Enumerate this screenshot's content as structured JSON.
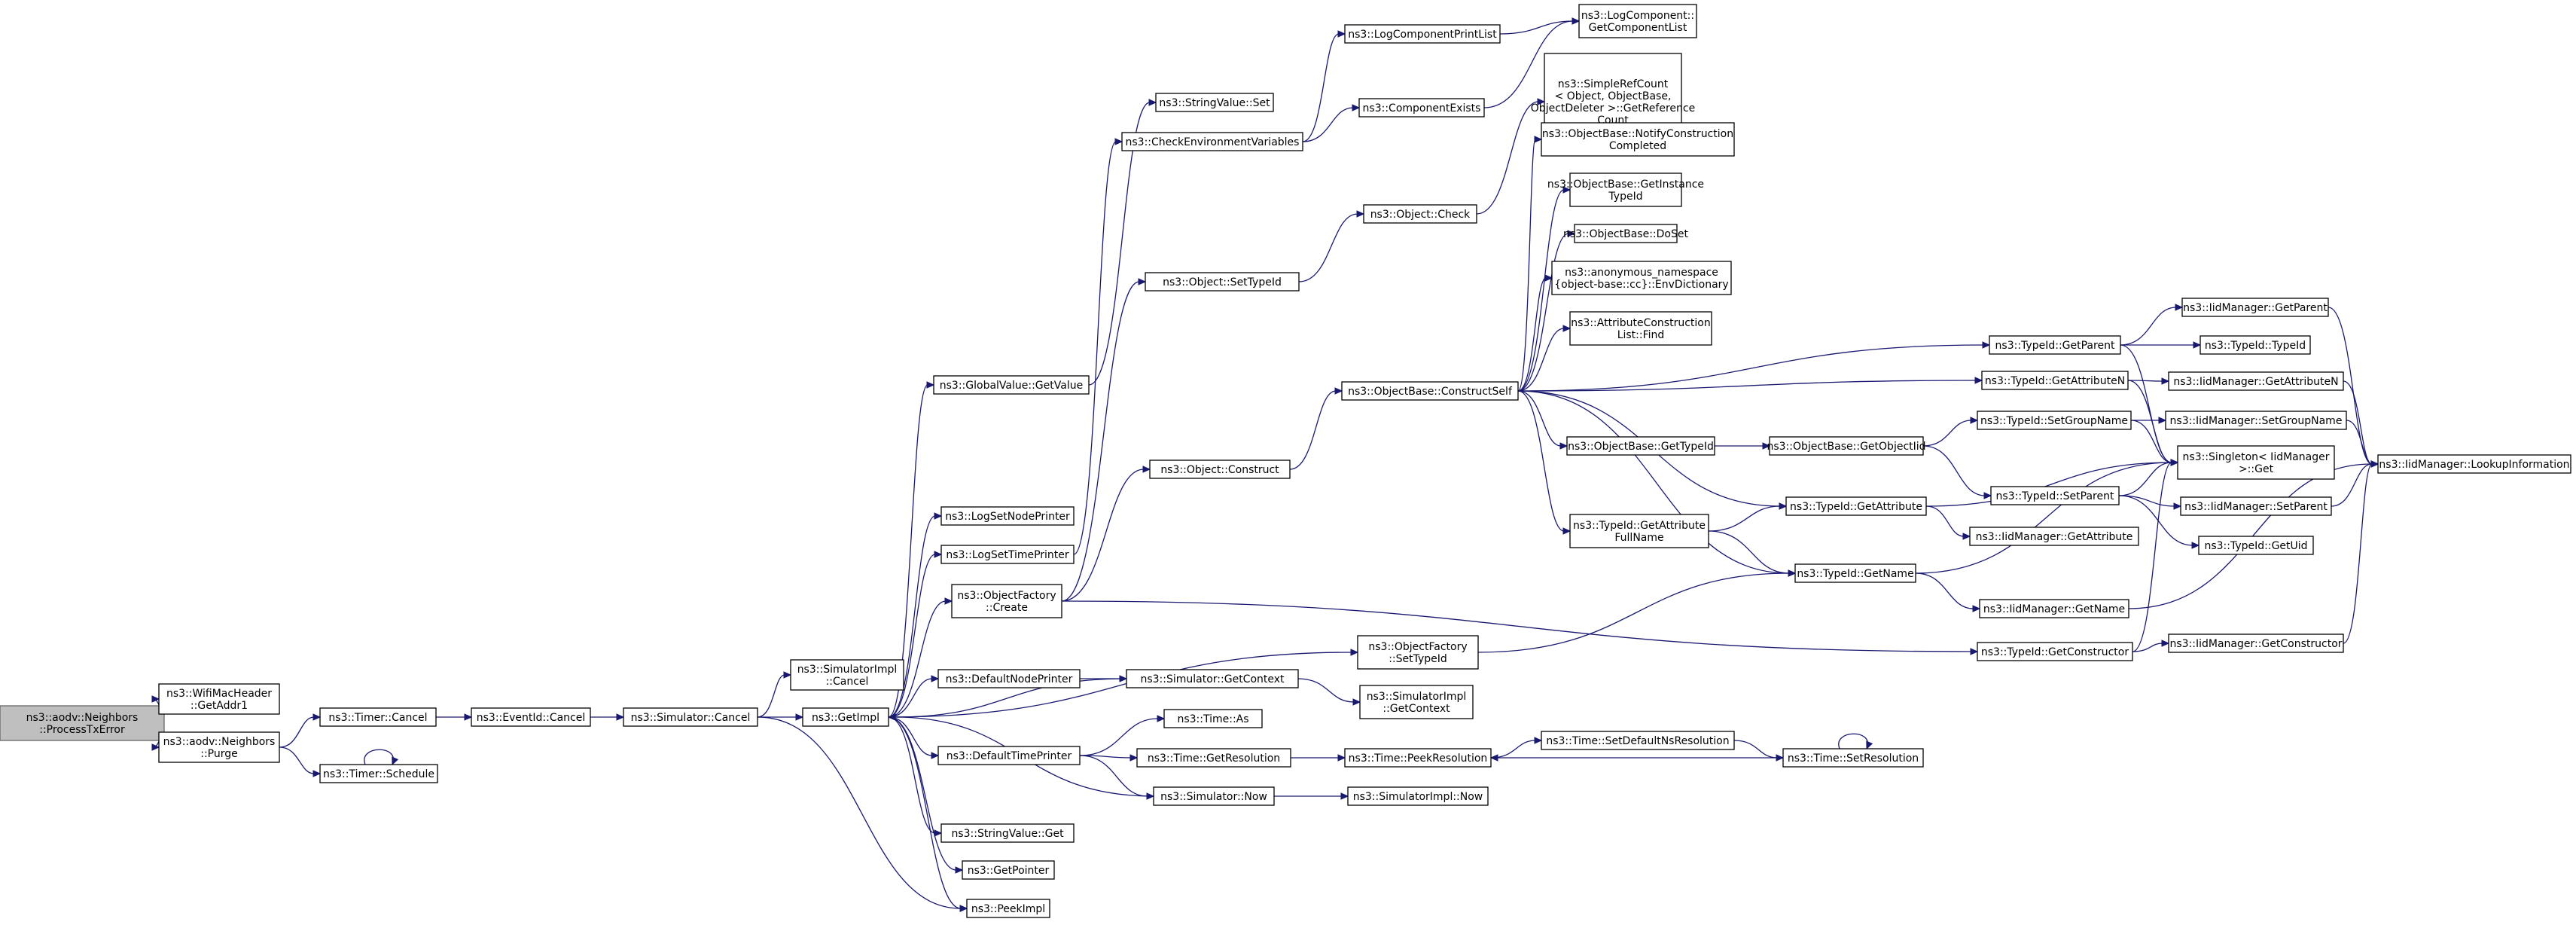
{
  "nodes": {
    "root": [
      "ns3::aodv::Neighbors",
      "::ProcessTxError"
    ],
    "getaddr1": [
      "ns3::WifiMacHeader",
      "::GetAddr1"
    ],
    "purge": [
      "ns3::aodv::Neighbors",
      "::Purge"
    ],
    "timercancel": [
      "ns3::Timer::Cancel"
    ],
    "timerschedule": [
      "ns3::Timer::Schedule"
    ],
    "eventidcancel": [
      "ns3::EventId::Cancel"
    ],
    "simcancel": [
      "ns3::Simulator::Cancel"
    ],
    "simimplcancel": [
      "ns3::SimulatorImpl",
      "::Cancel"
    ],
    "getimpl": [
      "ns3::GetImpl"
    ],
    "globalvalueget": [
      "ns3::GlobalValue::GetValue"
    ],
    "stringvalueset": [
      "ns3::StringValue::Set"
    ],
    "checkenv": [
      "ns3::CheckEnvironmentVariables"
    ],
    "logcompprintlist": [
      "ns3::LogComponentPrintList"
    ],
    "logcompget": [
      "ns3::LogComponent::",
      "GetComponentList"
    ],
    "compexists": [
      "ns3::ComponentExists"
    ],
    "logsetnode": [
      "ns3::LogSetNodePrinter"
    ],
    "logsettime": [
      "ns3::LogSetTimePrinter"
    ],
    "objfactorycreate": [
      "ns3::ObjectFactory",
      "::Create"
    ],
    "defaultnodeprinter": [
      "ns3::DefaultNodePrinter"
    ],
    "defaulttimeprinter": [
      "ns3::DefaultTimePrinter"
    ],
    "stringvalueget": [
      "ns3::StringValue::Get"
    ],
    "getpointer": [
      "ns3::GetPointer"
    ],
    "peekimpl": [
      "ns3::PeekImpl"
    ],
    "objsettypeid": [
      "ns3::Object::SetTypeId"
    ],
    "objcheck": [
      "ns3::Object::Check"
    ],
    "objconstruct": [
      "ns3::Object::Construct"
    ],
    "objfactorysettypeid": [
      "ns3::ObjectFactory",
      "::SetTypeId"
    ],
    "simgetcontext": [
      "ns3::Simulator::GetContext"
    ],
    "simimplgetcontext": [
      "ns3::SimulatorImpl",
      "::GetContext"
    ],
    "timeas": [
      "ns3::Time::As"
    ],
    "timegetres": [
      "ns3::Time::GetResolution"
    ],
    "simnow": [
      "ns3::Simulator::Now"
    ],
    "simimplnow": [
      "ns3::SimulatorImpl::Now"
    ],
    "timepeekres": [
      "ns3::Time::PeekResolution"
    ],
    "timesetdefault": [
      "ns3::Time::SetDefaultNsResolution"
    ],
    "timesetres": [
      "ns3::Time::SetResolution"
    ],
    "constructself": [
      "ns3::ObjectBase::ConstructSelf"
    ],
    "simplerefcount": [
      "ns3::SimpleRefCount",
      "< Object, ObjectBase,",
      "ObjectDeleter >::GetReference",
      "Count"
    ],
    "notifyconstruction": [
      "ns3::ObjectBase::NotifyConstruction",
      "Completed"
    ],
    "getinstancetypeid": [
      "ns3::ObjectBase::GetInstance",
      "TypeId"
    ],
    "doset": [
      "ns3::ObjectBase::DoSet"
    ],
    "envdictionary": [
      "ns3::anonymous_namespace",
      "{object-base::cc}::EnvDictionary"
    ],
    "attrconstructfind": [
      "ns3::AttributeConstruction",
      "List::Find"
    ],
    "objbasegettypeid": [
      "ns3::ObjectBase::GetTypeId"
    ],
    "getattributefullname": [
      "ns3::TypeId::GetAttribute",
      "FullName"
    ],
    "getobjectiid": [
      "ns3::ObjectBase::GetObjectIid"
    ],
    "typeidgetattribute": [
      "ns3::TypeId::GetAttribute"
    ],
    "typeidgetname": [
      "ns3::TypeId::GetName"
    ],
    "typeidgetconstructor": [
      "ns3::TypeId::GetConstructor"
    ],
    "typeidgetparent": [
      "ns3::TypeId::GetParent"
    ],
    "typeidgetattributen": [
      "ns3::TypeId::GetAttributeN"
    ],
    "setgroupname": [
      "ns3::TypeId::SetGroupName"
    ],
    "typeidsetparent": [
      "ns3::TypeId::SetParent"
    ],
    "iidgetattribute": [
      "ns3::IidManager::GetAttribute"
    ],
    "iidgetname": [
      "ns3::IidManager::GetName"
    ],
    "iidgetconstructor": [
      "ns3::IidManager::GetConstructor"
    ],
    "iidgetparent": [
      "ns3::IidManager::GetParent"
    ],
    "typeidtypeid": [
      "ns3::TypeId::TypeId"
    ],
    "iidgetattributen": [
      "ns3::IidManager::GetAttributeN"
    ],
    "iidsetgroupname": [
      "ns3::IidManager::SetGroupName"
    ],
    "singletonget": [
      "ns3::Singleton< IidManager",
      ">::Get"
    ],
    "iidsetparent": [
      "ns3::IidManager::SetParent"
    ],
    "typeidgetuid": [
      "ns3::TypeId::GetUid"
    ],
    "iidlookup": [
      "ns3::IidManager::LookupInformation"
    ]
  },
  "colors": {
    "edge": "#191970",
    "root_fill": "#bfbfbf",
    "node_fill": "#ffffff",
    "node_border": "#000000"
  }
}
